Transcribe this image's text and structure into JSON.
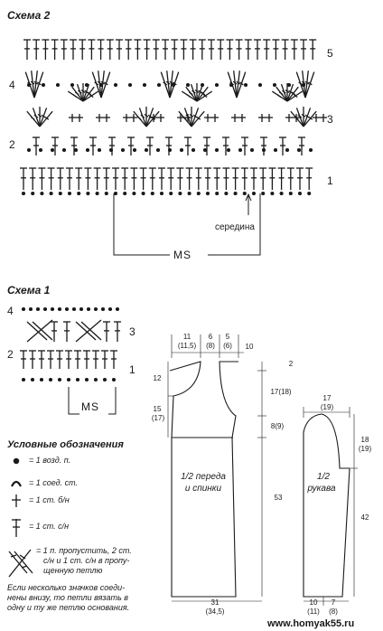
{
  "scheme2": {
    "title": "Схема 2",
    "row_left": [
      "4",
      "2"
    ],
    "row_right": [
      "5",
      "3",
      "1"
    ],
    "middle_label": "середина",
    "repeat_label": "MS"
  },
  "scheme1": {
    "title": "Схема 1",
    "row_left": [
      "4",
      "2"
    ],
    "row_right": [
      "3",
      "1"
    ],
    "repeat_label": "MS"
  },
  "legend": {
    "title": "Условные обозначения",
    "items": [
      {
        "icon": "chain-dot",
        "text": "= 1 возд. п."
      },
      {
        "icon": "slip-stitch-arc",
        "text": "= 1 соед. ст."
      },
      {
        "icon": "single-crochet-cross",
        "text": "= 1 ст. б/н"
      },
      {
        "icon": "double-crochet",
        "text": "= 1 ст. с/н"
      },
      {
        "icon": "crossed-stitches",
        "lines": [
          "= 1 п. пропустить, 2 ст.",
          "с/н и 1  ст.  с/н в пропу-",
          "щенную  петлю"
        ]
      }
    ],
    "note": [
      "Если несколько значков соеди-",
      "нены внизу, то петли вязать в",
      "одну и ту же петлю основания."
    ]
  },
  "pattern": {
    "front_back": {
      "top_widths": [
        "11",
        "(11,5)",
        "6",
        "(8)",
        "5",
        "(6)",
        "10"
      ],
      "left_dims": [
        "12",
        "15",
        "(17)"
      ],
      "right_dims": [
        "2",
        "17(18)",
        "8(9)",
        "53"
      ],
      "label": [
        "1/2 переда",
        "и спинки"
      ],
      "bottom_width": [
        "31",
        "(34,5)"
      ]
    },
    "sleeve": {
      "top_width": [
        "17",
        "(19)"
      ],
      "right_dims": [
        "18",
        "(19)",
        "42"
      ],
      "label": [
        "1/2",
        "рукава"
      ],
      "bottom_widths": [
        "10",
        "(11)",
        "7",
        "(8)"
      ]
    }
  },
  "watermark": "www.homyak55.ru"
}
